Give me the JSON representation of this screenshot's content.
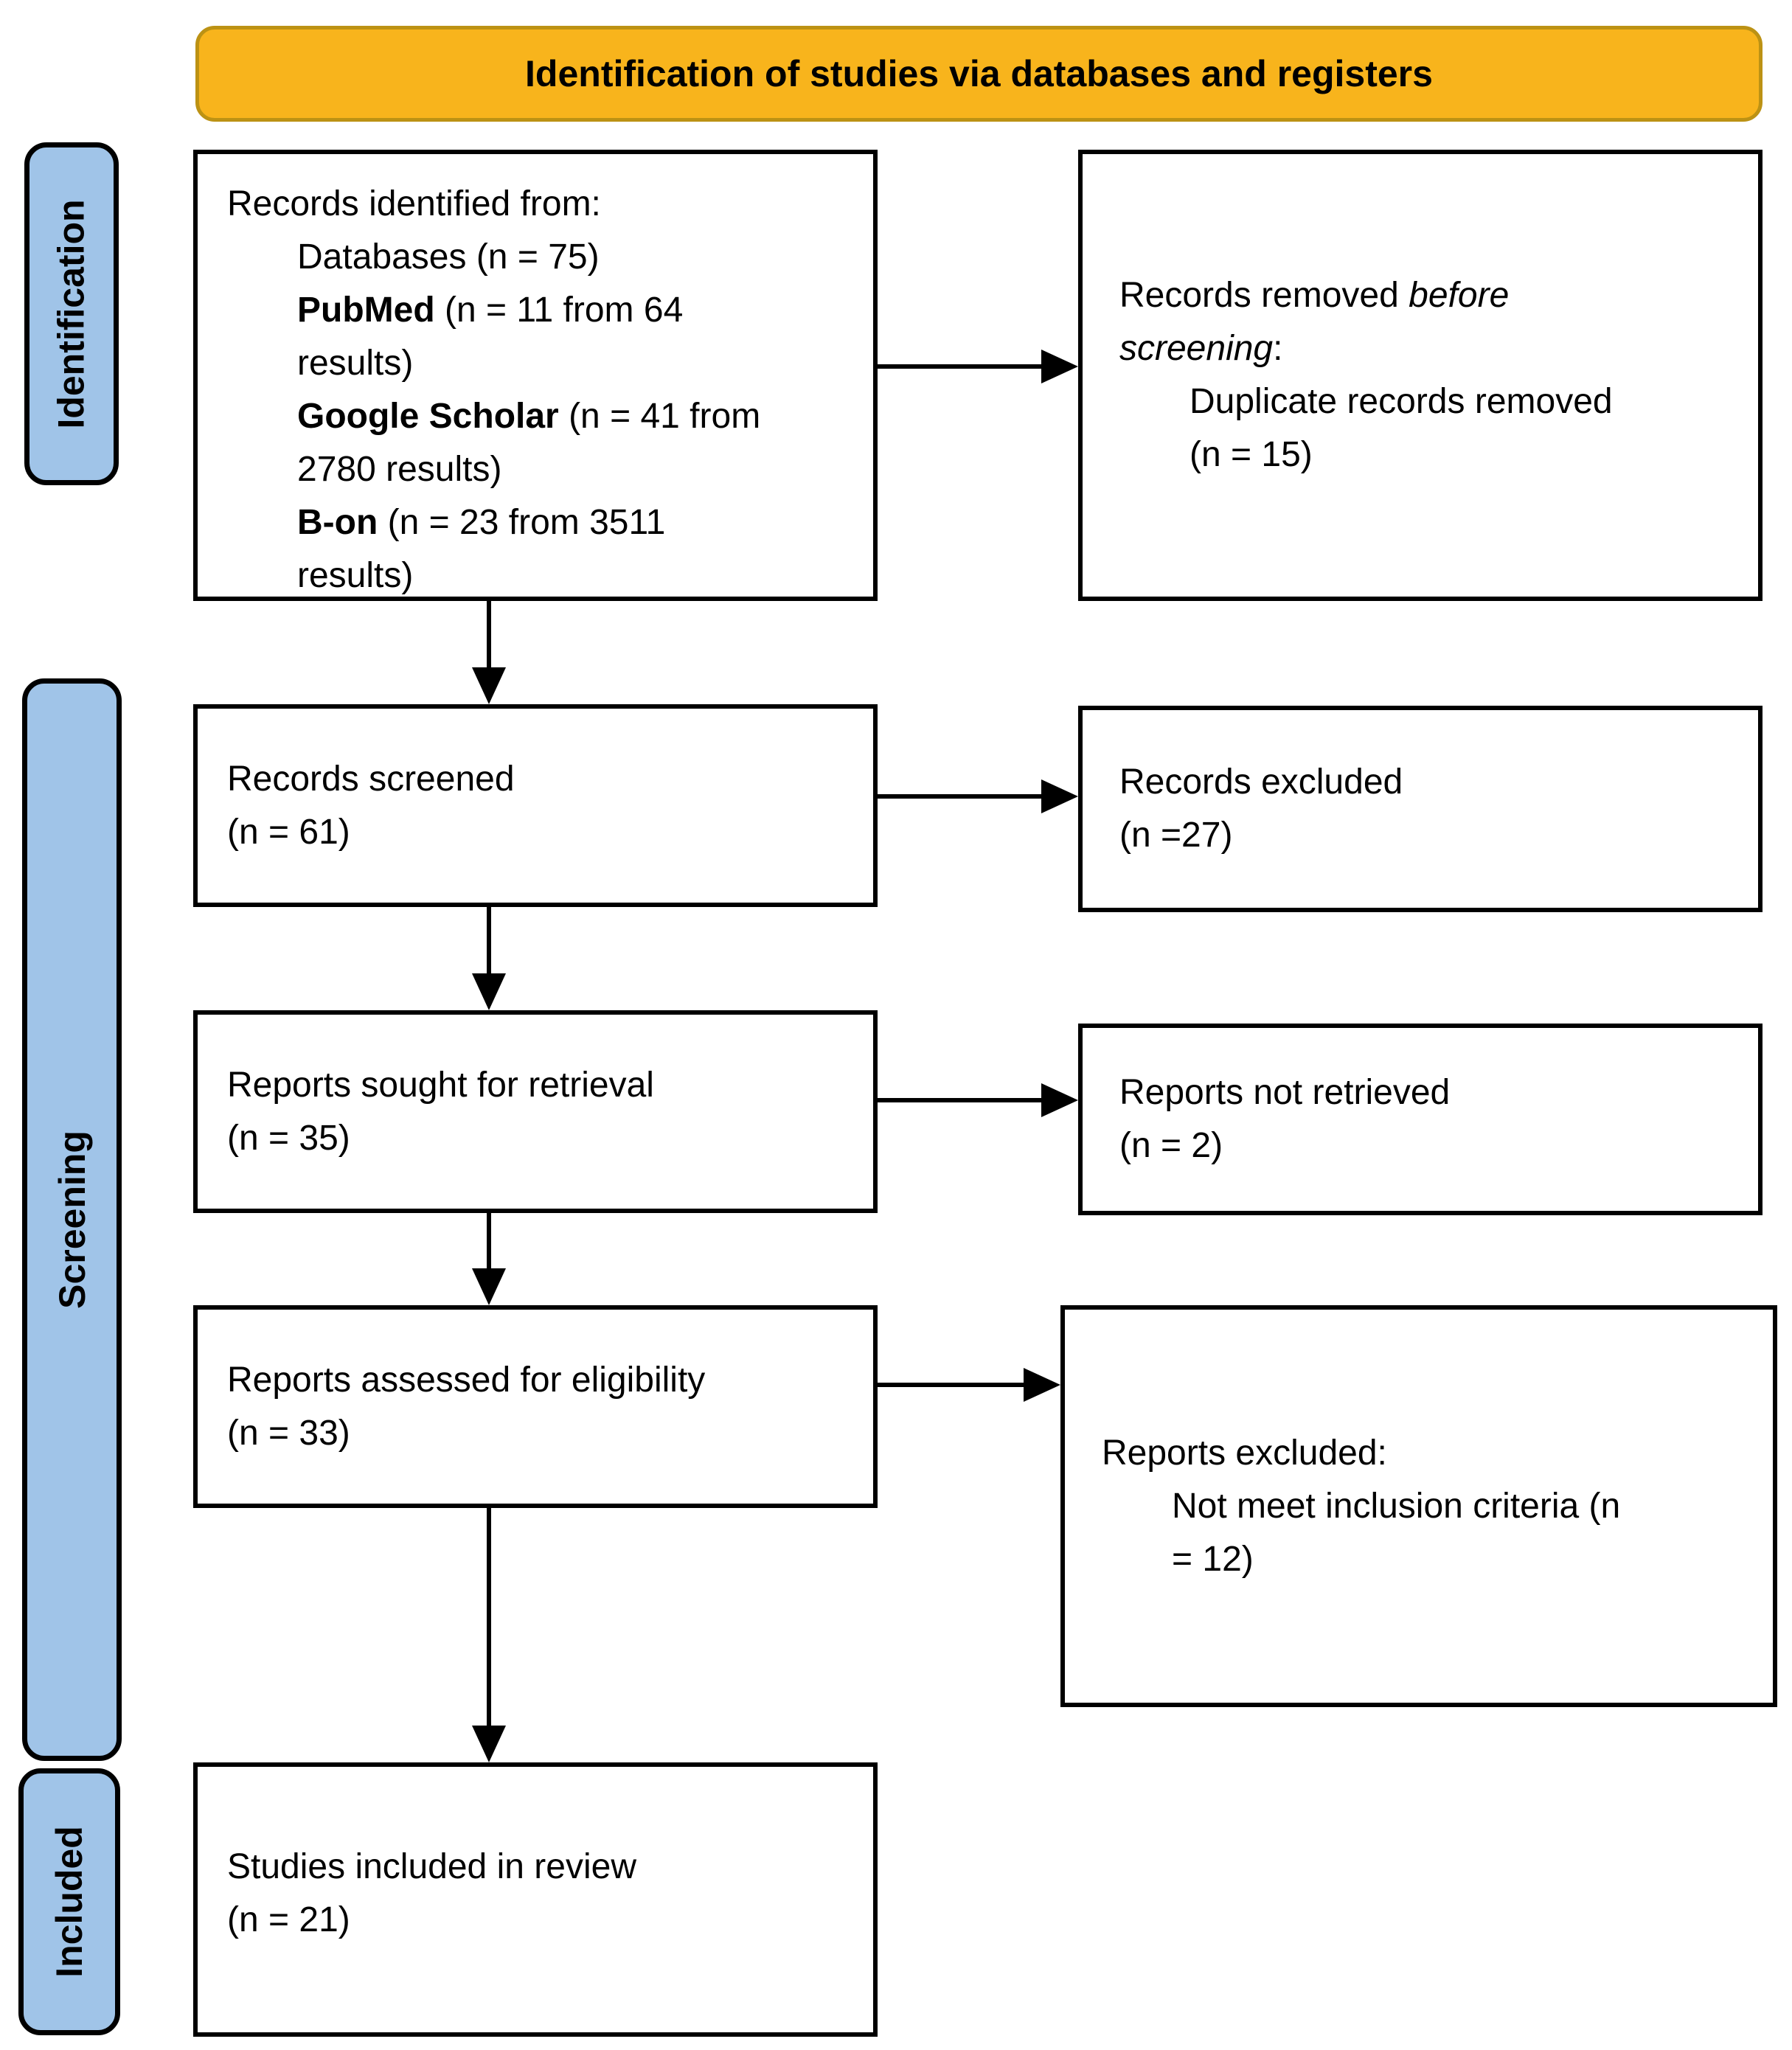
{
  "colors": {
    "banner_bg": "#F8B41C",
    "banner_border": "#BC9214",
    "sidebar_bg": "#A0C4E8",
    "sidebar_border": "#000000",
    "box_border": "#000000",
    "box_bg": "#FFFFFF",
    "arrow": "#000000",
    "text": "#000000",
    "page_bg": "#FFFFFF"
  },
  "banner": {
    "title": "Identification of studies via databases and registers"
  },
  "sidebar": {
    "identification": "Identification",
    "screening": "Screening",
    "included": "Included"
  },
  "boxes": {
    "identified": {
      "title": "Records identified from:",
      "item1": "Databases (n = 75)",
      "item2_bold": "PubMed",
      "item2_rest": " (n = 11 from 64",
      "item2_cont": "results)",
      "item3_bold": "Google Scholar",
      "item3_rest": " (n = 41 from",
      "item3_cont": "2780 results)",
      "item4_bold": "B-on",
      "item4_rest": " (n = 23 from 3511",
      "item4_cont": "results)"
    },
    "removed": {
      "line1": "Records removed ",
      "line1_italic": "before",
      "line2_italic": "screening",
      "line2_suffix": ":",
      "item_line1": "Duplicate records removed",
      "item_line2": "(n = 15)"
    },
    "screened": {
      "line1": "Records screened",
      "line2": "(n = 61)"
    },
    "excluded": {
      "line1": "Records excluded",
      "line2": "(n =27)"
    },
    "sought": {
      "line1": "Reports sought for retrieval",
      "line2": "(n = 35)"
    },
    "not_retrieved": {
      "line1": "Reports not retrieved",
      "line2": "(n = 2)"
    },
    "assessed": {
      "line1": "Reports assessed for eligibility",
      "line2": "(n = 33)"
    },
    "reports_excluded": {
      "title": "Reports excluded:",
      "item_line1": "Not meet inclusion criteria (n",
      "item_line2": "= 12)"
    },
    "included_studies": {
      "line1": "Studies included in review",
      "line2": "(n = 21)"
    }
  }
}
